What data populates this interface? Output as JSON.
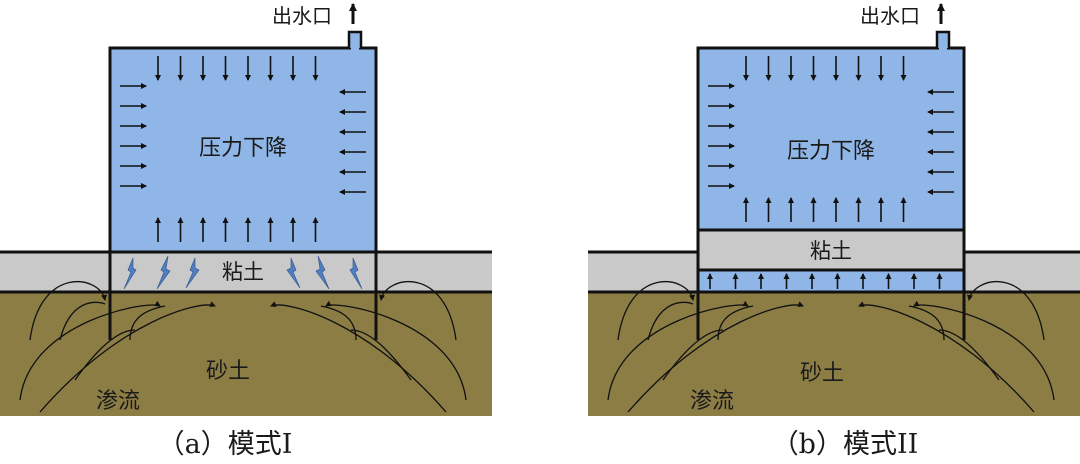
{
  "panels": [
    {
      "outlet_label": "出水口",
      "tank_label": "压力下降",
      "clay_label": "粘土",
      "sand_label": "砂土",
      "seepage_label": "渗流",
      "caption": "（a）模式I"
    },
    {
      "outlet_label": "出水口",
      "tank_label": "压力下降",
      "clay_label": "粘土",
      "sand_label": "砂土",
      "caption": "（b）模式II"
    }
  ],
  "colors": {
    "water": "#8fb6e6",
    "clay": "#c9c9c9",
    "sand": "#8c7d45",
    "outline": "#111111",
    "crack": "#4f7fc2"
  }
}
